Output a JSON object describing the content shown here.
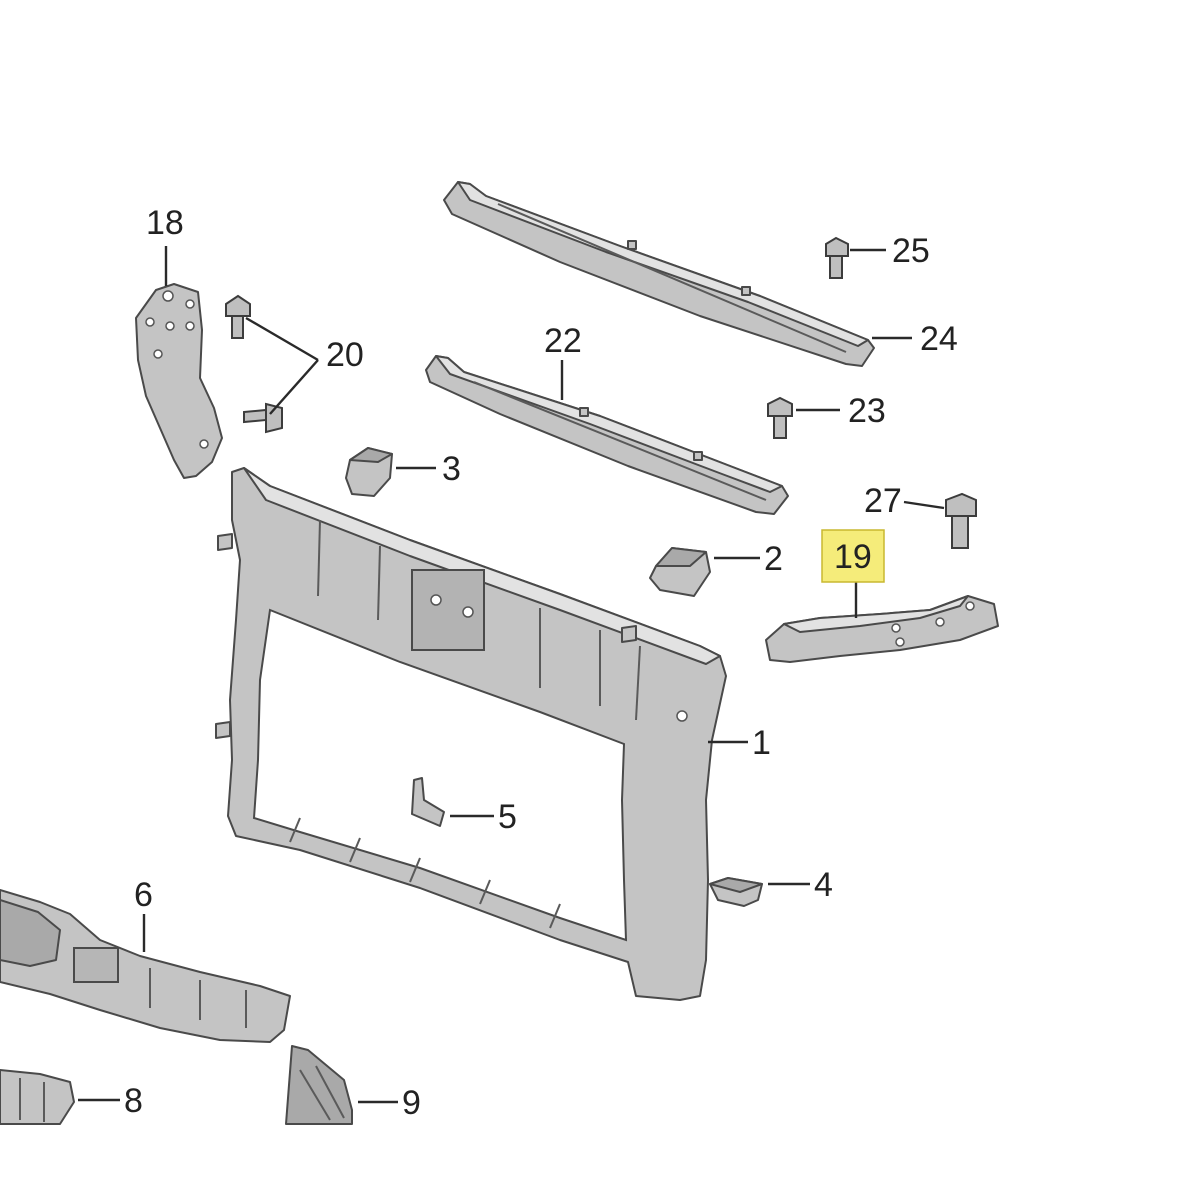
{
  "colors": {
    "background": "#ffffff",
    "part_fill": "#c4c4c4",
    "part_outline": "#4a4a4a",
    "highlight": "#f5ec7a"
  },
  "highlighted_part": "19",
  "labels": {
    "p1": "1",
    "p2": "2",
    "p3": "3",
    "p4": "4",
    "p5": "5",
    "p6": "6",
    "p8": "8",
    "p9": "9",
    "p18": "18",
    "p19": "19",
    "p20": "20",
    "p22": "22",
    "p23": "23",
    "p24": "24",
    "p25": "25",
    "p27": "27"
  }
}
